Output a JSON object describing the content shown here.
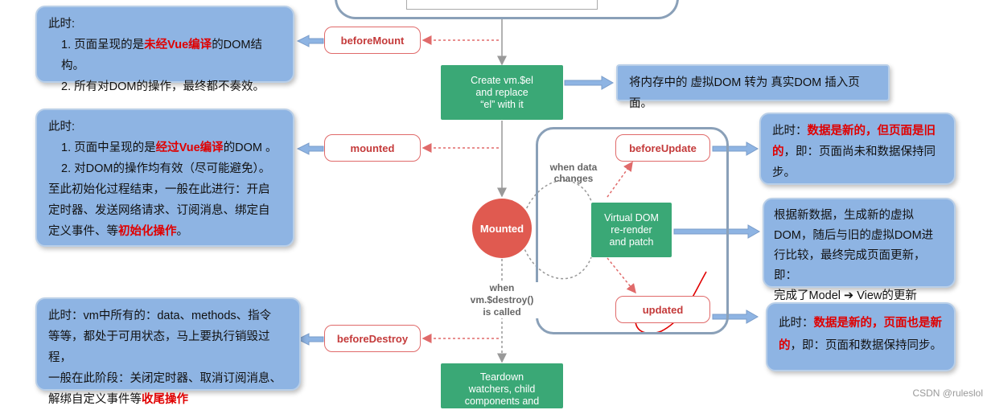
{
  "hooks": {
    "before_mount": "beforeMount",
    "mounted": "mounted",
    "before_destroy": "beforeDestroy",
    "before_update": "beforeUpdate",
    "updated": "updated"
  },
  "boxes": {
    "create_el": [
      "Create vm.$el",
      "and replace",
      "“el” with it"
    ],
    "mounted_circle": "Mounted",
    "virtual_dom": [
      "Virtual DOM",
      "re-render",
      "and patch"
    ],
    "teardown": [
      "Teardown",
      "watchers, child",
      "components and"
    ]
  },
  "labels": {
    "when_data_changes": [
      "when data",
      "changes"
    ],
    "when_destroy": [
      "when",
      "vm.$destroy()",
      "is called"
    ]
  },
  "notes": {
    "before_mount": {
      "intro": "此时:",
      "l1a": "1. 页面呈现的是",
      "l1b": "未经Vue编译",
      "l1c": "的DOM结构。",
      "l2": "2. 所有对DOM的操作，最终都不奏效。"
    },
    "create_el": "将内存中的 虚拟DOM 转为 真实DOM 插入页面。",
    "mounted": {
      "intro": "此时:",
      "l1a": "1. 页面中呈现的是",
      "l1b": "经过Vue编译",
      "l1c": "的DOM 。",
      "l2": "2. 对DOM的操作均有效（尽可能避免）。",
      "l3": "至此初始化过程结束，一般在此进行：开启",
      "l4": "定时器、发送网络请求、订阅消息、绑定自",
      "l5a": "定义事件、等",
      "l5b": "初始化操作",
      "l5c": "。"
    },
    "before_destroy": {
      "l1": "此时：vm中所有的：data、methods、指令",
      "l2": "等等，都处于可用状态，马上要执行销毁过程，",
      "l3": "一般在此阶段：关闭定时器、取消订阅消息、",
      "l4a": "解绑自定义事件等",
      "l4b": "收尾操作"
    },
    "before_update": {
      "l1a": "此时：",
      "l1b": "数据是新的，但页面是旧",
      "l2a": "的",
      "l2b": "，即：页面尚未和数据保持同",
      "l3": "步。"
    },
    "virtual_dom": {
      "l1": "根据新数据，生成新的虚拟",
      "l2": "DOM，随后与旧的虚拟DOM进",
      "l3": "行比较，最终完成页面更新，即：",
      "l4": "完成了Model ➔ View的更新"
    },
    "updated": {
      "l1a": "此时：",
      "l1b": "数据是新的，页面也是新",
      "l2a": "的",
      "l2b": "，即：页面和数据保持同步。"
    }
  },
  "watermark": "CSDN @ruleslol",
  "colors": {
    "note_bg": "#8eb4e3",
    "hook_border": "#e06a6a",
    "green_box": "#3aa876",
    "mounted_circle": "#e05a50",
    "emphasis_red": "#e00000"
  }
}
